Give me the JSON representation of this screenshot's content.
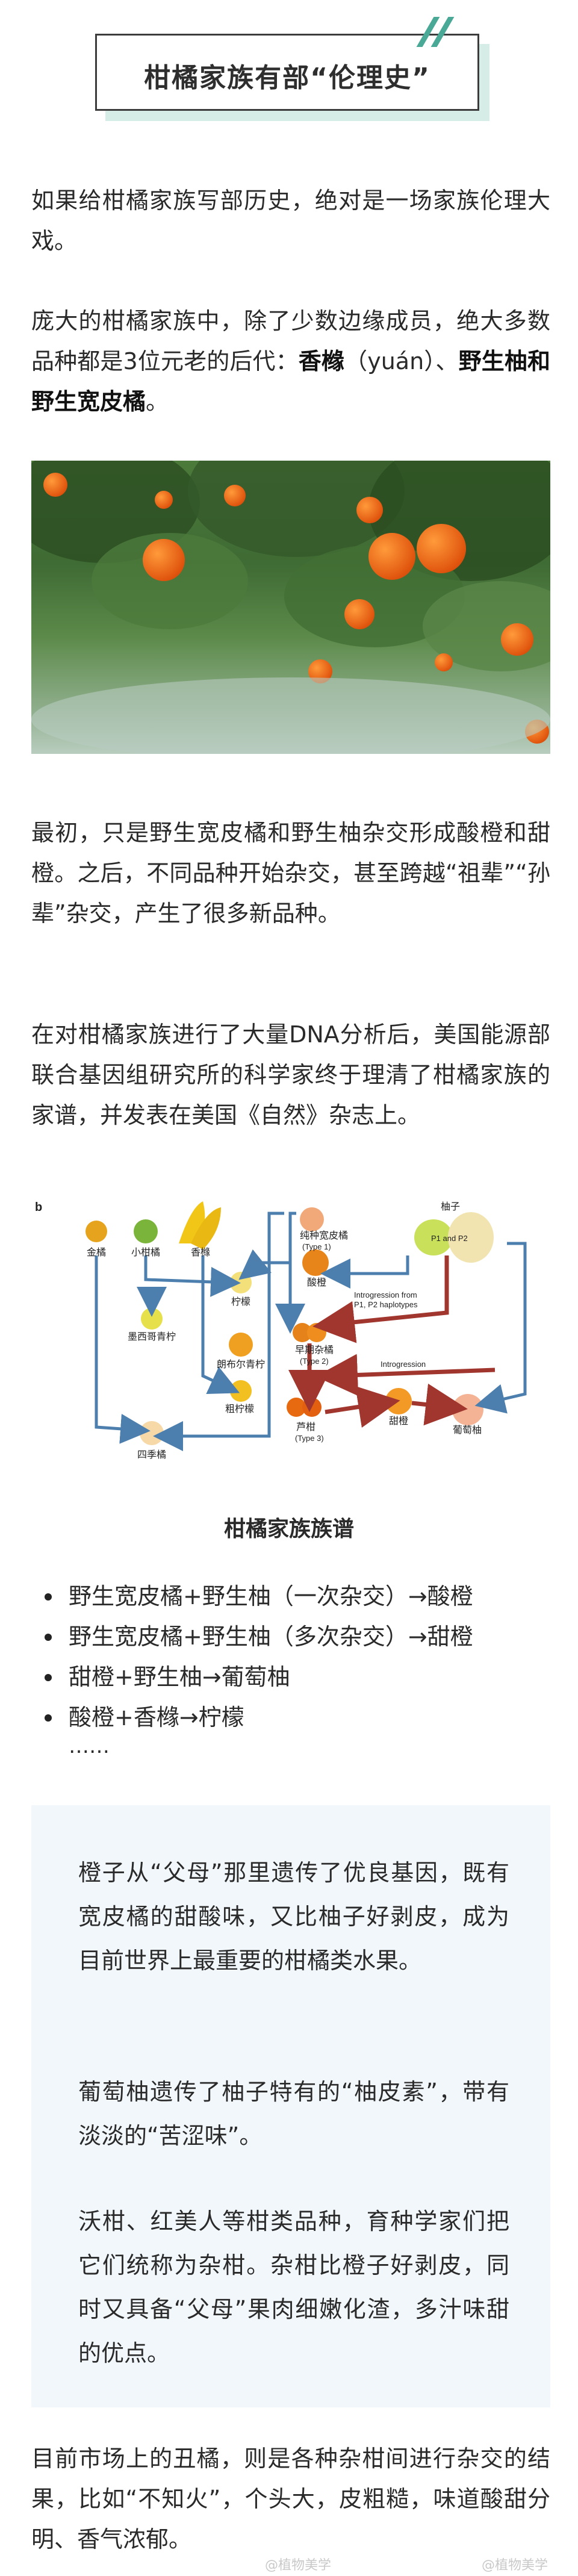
{
  "header": {
    "title": "柑橘家族有部“伦理史”"
  },
  "paragraphs": {
    "p1": "如果给柑橘家族写部历史，绝对是一场家族伦理大戏。",
    "p2_pre": "庞大的柑橘家族中，除了少数边缘成员，绝大多数品种都是3位元老的后代：",
    "p2_b1": "香橼",
    "p2_mid": "（yuán）、",
    "p2_b2": "野生柚和野生宽皮橘",
    "p2_end": "。",
    "p3": "最初，只是野生宽皮橘和野生柚杂交形成酸橙和甜橙。之后，不同品种开始杂交，甚至跨越“祖辈”“孙辈”杂交，产生了很多新品种。",
    "p4": "在对柑橘家族进行了大量DNA分析后，美国能源部联合基因组研究所的科学家终于理清了柑橘家族的家谱，并发表在美国《自然》杂志上。",
    "p5": "目前市场上的丑橘，则是各种杂柑间进行杂交的结果，比如“不知火”，个头大，皮粗糙，味道酸甜分明、香气浓郁。"
  },
  "diagram": {
    "panel_letter": "b",
    "labels": {
      "jinju": "金橘",
      "xiaoganju": "小柑橘",
      "xiangyuan": "香橼",
      "chunzhong": "纯种宽皮橘",
      "type1": "(Type 1)",
      "youzi": "柚子",
      "p1p2": "P1 and P2",
      "suancheng": "酸橙",
      "ningmeng": "柠檬",
      "moxige": "墨西哥青柠",
      "langbuer": "朗布尔青柠",
      "cuningmeng": "粗柠檬",
      "sijiju": "四季橘",
      "intro1": "Introgression from",
      "intro2": "P1, P2 haplotypes",
      "zaoqi": "早期杂橘",
      "type2": "(Type 2)",
      "introgression": "Introgression",
      "lugan": "芦柑",
      "type3": "(Type 3)",
      "tiancheng": "甜橙",
      "putaoyou": "葡萄柚"
    }
  },
  "caption": "柑橘家族族谱",
  "bullets": [
    "野生宽皮橘+野生柚（一次杂交）→酸橙",
    "野生宽皮橘+野生柚（多次杂交）→甜橙",
    "甜橙+野生柚→葡萄柚",
    "酸橙+香橼→柠檬"
  ],
  "ellipsis": "……",
  "quote": {
    "q1": "橙子从“父母”那里遗传了优良基因，既有宽皮橘的甜酸味，又比柚子好剥皮，成为目前世界上最重要的柑橘类水果。",
    "q2": "葡萄柚遗传了柚子特有的“柚皮素”，带有淡淡的“苦涩味”。",
    "q3": "沃柑、红美人等柑类品种，育种学家们把它们统称为杂柑。杂柑比橙子好剥皮，同时又具备“父母”果肉细嫩化渣，多汁味甜的优点。"
  },
  "watermarks": {
    "left": "@植物美学",
    "right": "@植物美学"
  }
}
